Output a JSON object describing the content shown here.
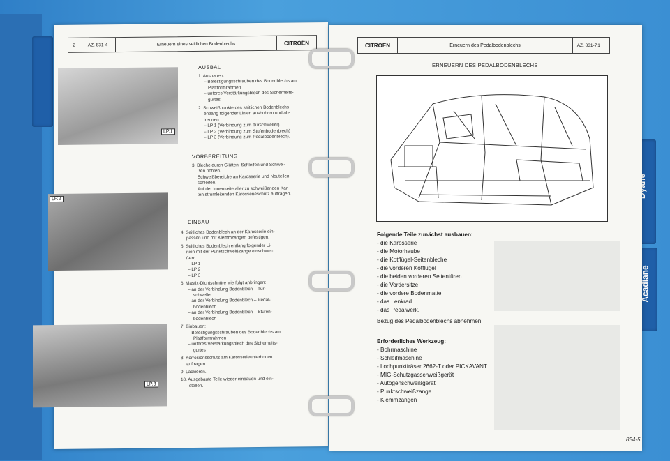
{
  "left_page": {
    "header": {
      "page_no": "2",
      "code": "AZ. 831-4",
      "title": "Erneuern eines seitlichen Bodenblechs",
      "brand": "CITROËN"
    },
    "ausbau": {
      "heading": "AUSBAU",
      "l1": "1. Ausbauen:",
      "l2": "– Befestigungsschrauben des Bodenblechs am",
      "l3": "Plattformrahmen",
      "l4": "– unteres Verstärkungsblech des Sicherheits-",
      "l5": "gurtes.",
      "l6": "2. Schweißpunkte des seitlichen Bodenblechs",
      "l7": "entlang folgender Linien ausbohren und ab-",
      "l8": "trennen:",
      "l9": "– LP 1 (Verbindung zum Türschweller)",
      "l10": "– LP 2 (Verbindung zum Stufenbodenblech)",
      "l11": "– LP 3 (Verbindung zum Pedalbodenblech)."
    },
    "vorbereitung": {
      "heading": "VORBEREITUNG",
      "l1": "3. Bleche durch Glätten, Schleifen und Schwei-",
      "l2": "ßen richten.",
      "l3": "Schweißbereiche an Karosserie und Neuteilen",
      "l4": "schleifen.",
      "l5": "Auf der Innenseite aller zu schweißenden Kan-",
      "l6": "ten stromleitenden Karosserieschutz auftragen."
    },
    "einbau": {
      "heading": "EINBAU",
      "l1": "4. Seitliches Bodenblech an der Karosserie ein-",
      "l2": "passen und mit Klemmzangen befestigen.",
      "l3": "5. Seitliches Bodenblech entlang folgender Li-",
      "l4": "nien mit der Punktschweißzange einschwei-",
      "l5": "ßen:",
      "l6": "– LP 1",
      "l7": "– LP 2",
      "l8": "– LP 3",
      "l9": "6. Mastix-Dichtschnüre wie folgt anbringen:",
      "l10": "– an der Verbindung Bodenblech – Tür-",
      "l11": "schweller",
      "l12": "– an der Verbindung Bodenblech – Pedal-",
      "l13": "bodenblech",
      "l14": "– an der Verbindung Bodenblech – Stufen-",
      "l15": "bodenblech",
      "l16": "7. Einbauen:",
      "l17": "– Befestigungsschrauben des Bodenblechs am",
      "l18": "Plattformrahmen",
      "l19": "– unteres Verstärkungsblech des Sicherheits-",
      "l20": "gurtes",
      "l21": "8. Korrosionsschutz am Karosserieunterboden",
      "l22": "auftragen.",
      "l23": "9. Lackieren.",
      "l24": "10. Ausgebaute Teile wieder einbauen und ein-",
      "l25": "stellen."
    },
    "labels": {
      "lp1": "LP.1",
      "lp2": "LP.2",
      "lp3": "LP.3"
    }
  },
  "right_page": {
    "header": {
      "brand": "CITROËN",
      "title": "Erneuern des Pedalbodenblechs",
      "code": "AZ. 831-7",
      "page_no": "1"
    },
    "figure_title": "ERNEUERN DES PEDALBODENBLECHS",
    "parts_heading": "Folgende Teile zunächst ausbauen:",
    "parts": [
      "- die Karosserie",
      "- die Motorhaube",
      "- die Kotflügel-Seitenbleche",
      "- die vorderen Kotflügel",
      "- die beiden vorderen Seitentüren",
      "- die Vordersitze",
      "- die vordere Bodenmatte",
      "- das Lenkrad",
      "- das Pedalwerk."
    ],
    "remove_note": "Bezug des Pedalbodenblechs abnehmen.",
    "tools_heading": "Erforderliches Werkzeug:",
    "tools": [
      "- Bohrmaschine",
      "- Schleifmaschine",
      "- Lochpunktfräser 2662-T oder PICKAVANT",
      "- MIG-Schutzgasschweißgerät",
      "- Autogenschweißgerät",
      "- Punktschweißzange",
      "- Klemmzangen"
    ],
    "footer": "854-5"
  },
  "tabs": {
    "dyane": "Dyane",
    "acadiane": "Acadiane"
  },
  "colors": {
    "binder": "#3a8fd0",
    "tab": "#1f5fa8",
    "paper": "#f7f7f3"
  }
}
